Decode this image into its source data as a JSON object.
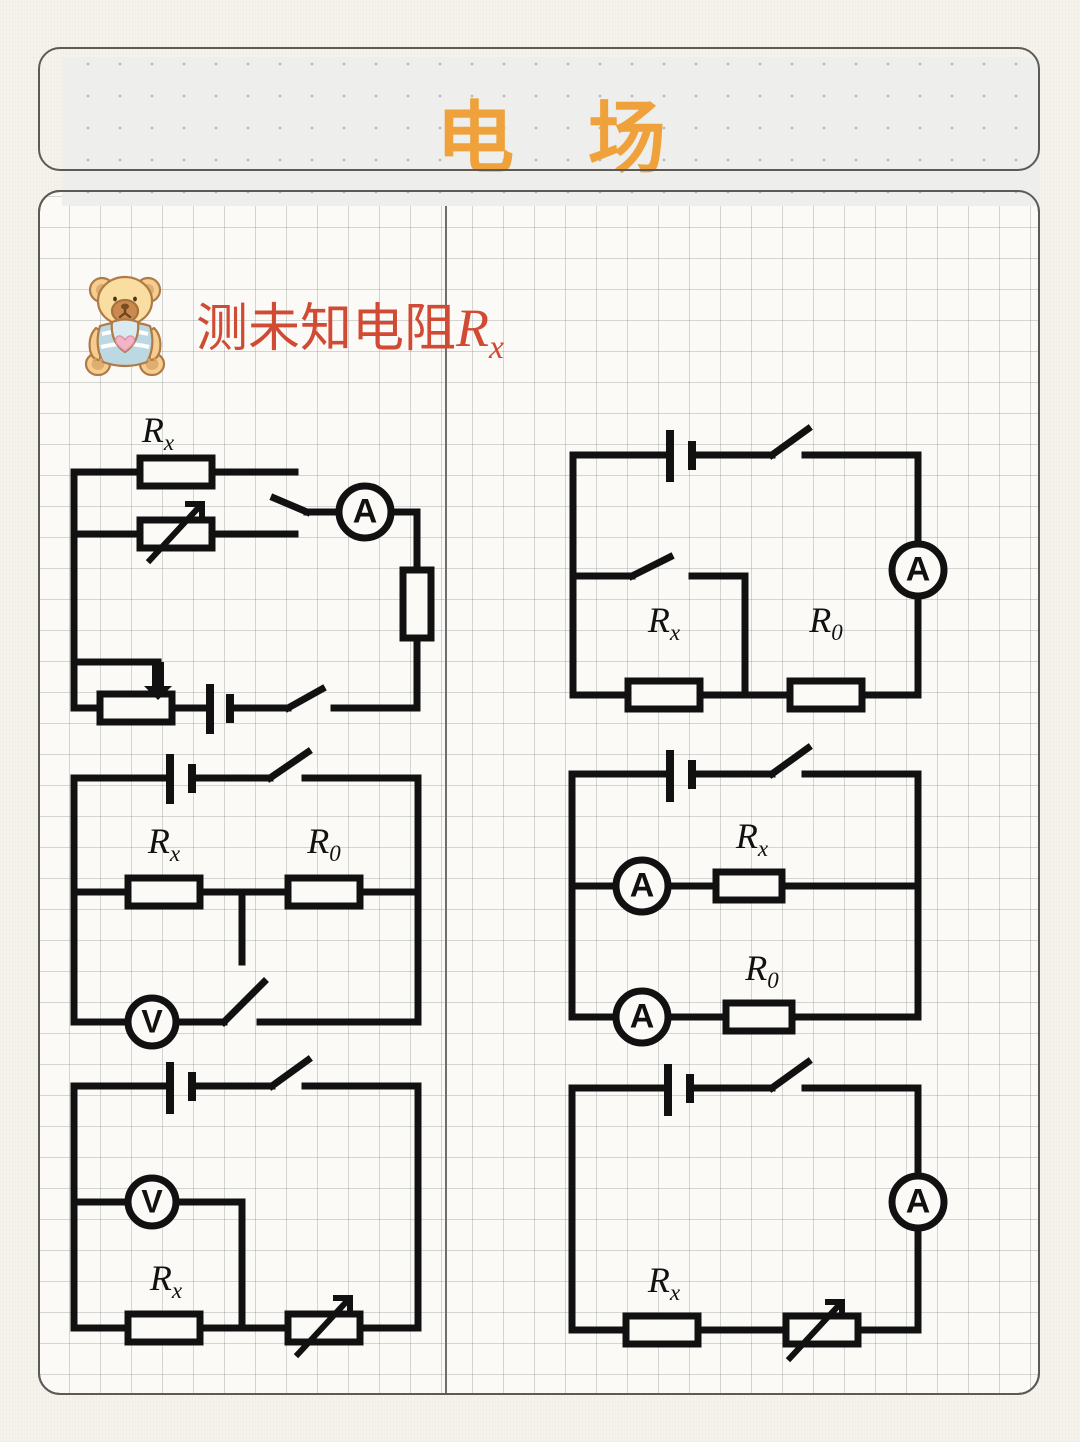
{
  "page": {
    "background_color": "#f6f3ec",
    "card_background": "#fbfaf6",
    "border_color": "#5d5a55",
    "grid_color": "#787d82"
  },
  "banner": {
    "title": "电 场",
    "accent_color": "#efa23c",
    "background_color": "#eeeeec"
  },
  "section": {
    "title_prefix": "测未知电阻",
    "title_symbol": "R",
    "title_symbol_sub": "x",
    "title_color": "#d14b34",
    "sticker": "teddy-bear-sticker"
  },
  "symbols": {
    "ammeter": "A",
    "voltmeter": "V",
    "resistor_rx": "R",
    "resistor_rx_sub": "x",
    "resistor_r0": "R",
    "resistor_r0_sub": "0"
  },
  "circuits": [
    {
      "id": "circuit-1",
      "position": "top-left",
      "labels": [
        {
          "text": "R",
          "sub": "x"
        }
      ],
      "components": [
        "resistor-rx",
        "variable-resistor",
        "switch",
        "ammeter",
        "resistor-vertical",
        "rheostat",
        "battery",
        "switch"
      ]
    },
    {
      "id": "circuit-2",
      "position": "top-right",
      "labels": [
        {
          "text": "R",
          "sub": "x"
        },
        {
          "text": "R",
          "sub": "0"
        }
      ],
      "components": [
        "battery",
        "switch",
        "ammeter",
        "resistor-rx",
        "resistor-r0",
        "shorting-switch"
      ]
    },
    {
      "id": "circuit-3",
      "position": "middle-left",
      "labels": [
        {
          "text": "R",
          "sub": "x"
        },
        {
          "text": "R",
          "sub": "0"
        }
      ],
      "components": [
        "battery",
        "switch",
        "resistor-rx",
        "resistor-r0",
        "voltmeter",
        "switch"
      ]
    },
    {
      "id": "circuit-4",
      "position": "middle-right",
      "labels": [
        {
          "text": "R",
          "sub": "x"
        },
        {
          "text": "R",
          "sub": "0"
        }
      ],
      "components": [
        "battery",
        "switch",
        "ammeter",
        "resistor-rx",
        "ammeter",
        "resistor-r0"
      ]
    },
    {
      "id": "circuit-5",
      "position": "bottom-left",
      "labels": [
        {
          "text": "R",
          "sub": "x"
        }
      ],
      "components": [
        "battery",
        "switch",
        "voltmeter",
        "resistor-rx",
        "variable-resistor"
      ]
    },
    {
      "id": "circuit-6",
      "position": "bottom-right",
      "labels": [
        {
          "text": "R",
          "sub": "x"
        }
      ],
      "components": [
        "battery",
        "switch",
        "ammeter",
        "resistor-rx",
        "variable-resistor"
      ]
    }
  ]
}
